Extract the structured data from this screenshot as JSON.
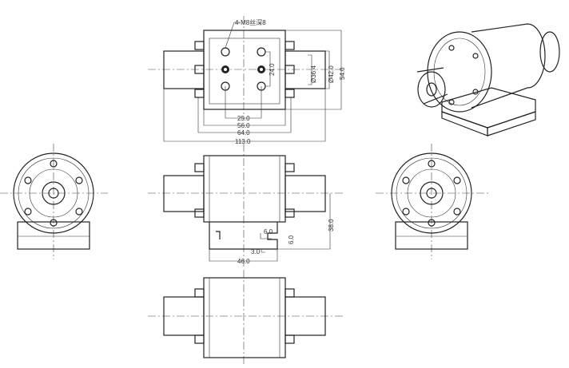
{
  "drawing": {
    "thread_note": "4-M8丝深8",
    "dims": {
      "d25": "25.0",
      "d56": "56.0",
      "d64": "64.0",
      "d113": "113.0",
      "d24": "24.0",
      "dia36": "Ø36.4",
      "dia42": "Ø42.0",
      "d54": "54.0",
      "d6a": "6.0",
      "d6b": "6.0",
      "d3": "3.0",
      "d46": "46.0",
      "d38": "38.0"
    }
  }
}
